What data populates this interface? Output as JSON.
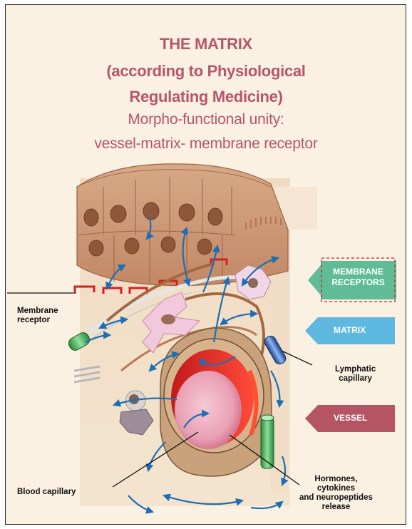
{
  "title": {
    "line1": "THE MATRIX",
    "line2": "(according to Physiological",
    "line3": "Regulating Medicine)",
    "line4": "Morpho-functional unity:",
    "line5": "vessel-matrix- membrane receptor"
  },
  "tags": {
    "membrane_receptors_line1": "MEMBRANE",
    "membrane_receptors_line2": "RECEPTORS",
    "matrix": "MATRIX",
    "vessel": "VESSEL"
  },
  "labels": {
    "membrane_receptor_line1": "Membrane",
    "membrane_receptor_line2": "receptor",
    "lymphatic_line1": "Lymphatic",
    "lymphatic_line2": "capillary",
    "blood_capillary": "Blood capillary",
    "hormones_line1": "Hormones,",
    "hormones_line2": "cytokines",
    "hormones_line3": "and neuropeptides",
    "hormones_line4": "release"
  },
  "colors": {
    "title": "#b5566b",
    "membrane_tag": "#5fbc97",
    "matrix_tag": "#5fb8e0",
    "vessel_tag": "#b55563",
    "arrow": "#1c6fb4"
  }
}
